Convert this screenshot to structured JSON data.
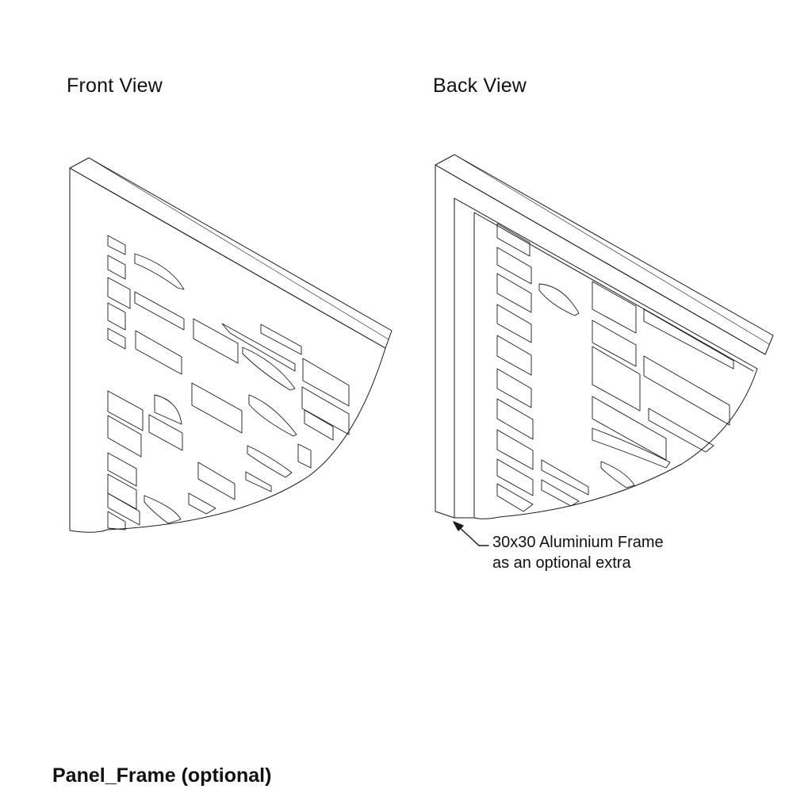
{
  "views": {
    "front_title": "Front View",
    "back_title": "Back View"
  },
  "callout": {
    "line1": "30x30 Aluminium Frame",
    "line2": "as an optional extra"
  },
  "footer": {
    "title": "Panel_Frame (optional)"
  },
  "colors": {
    "stroke": "#1a1a1a",
    "background": "#ffffff"
  }
}
